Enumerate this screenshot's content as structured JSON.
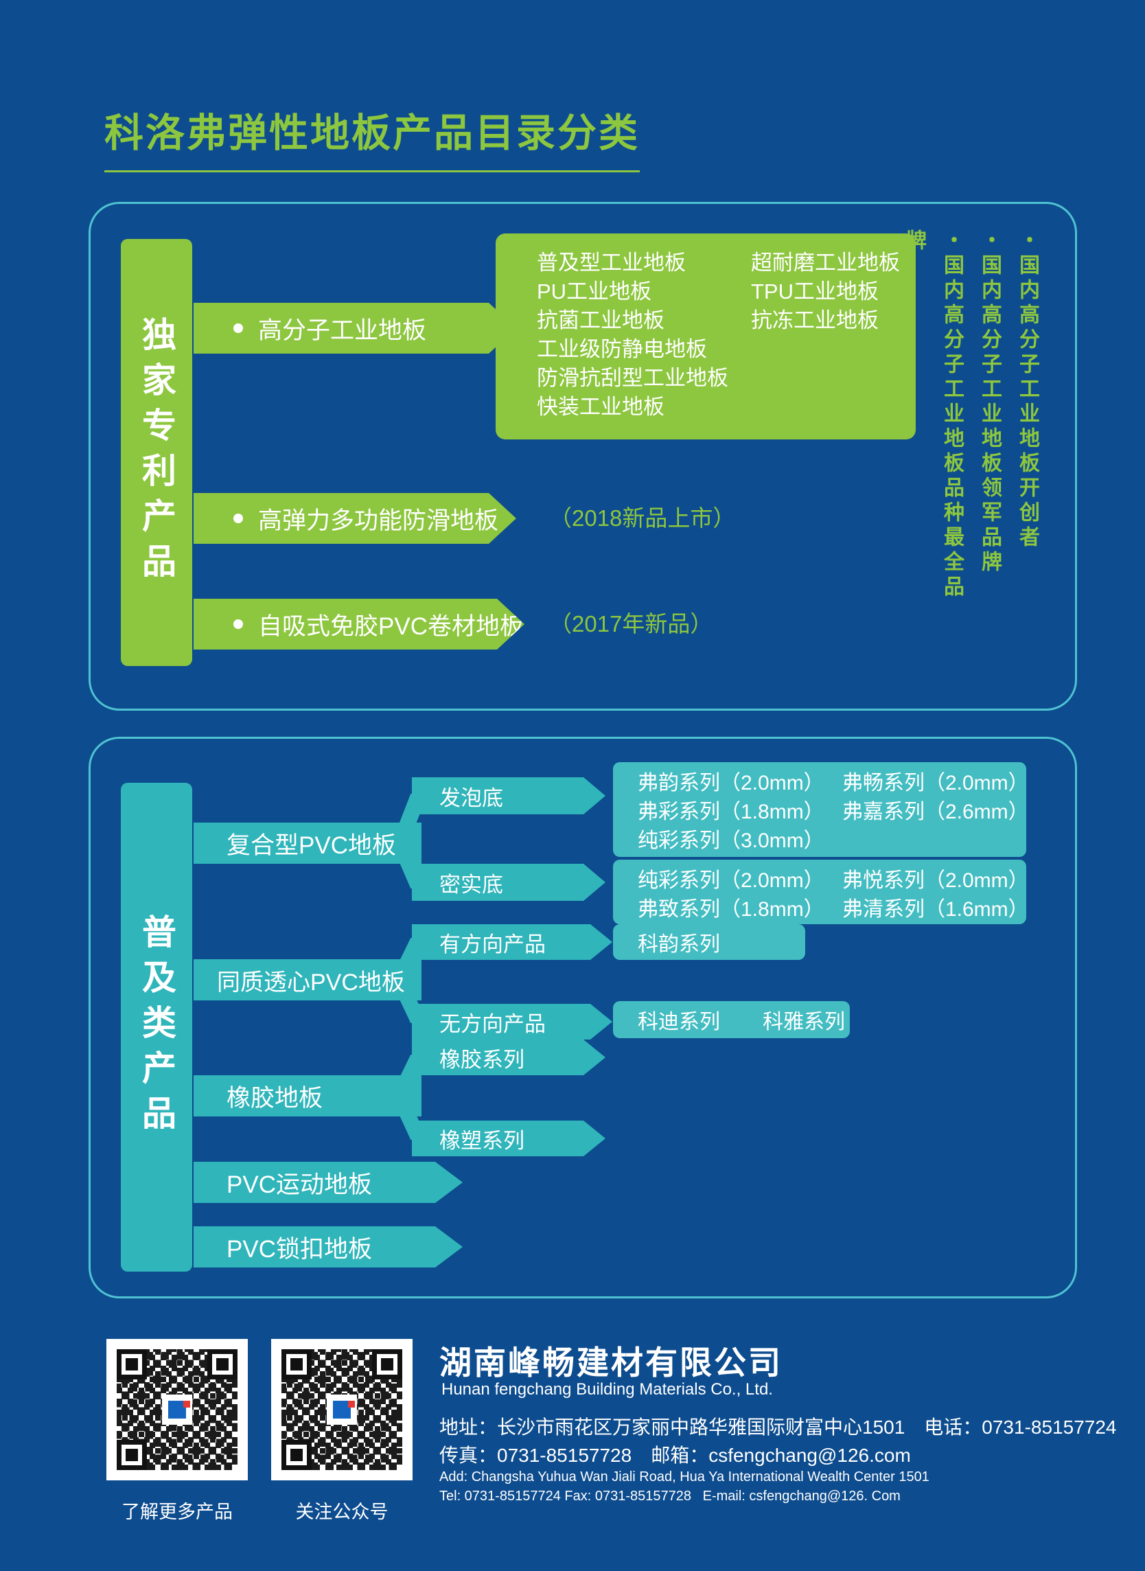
{
  "page": {
    "title": "科洛弗弹性地板产品目录分类"
  },
  "colors": {
    "background": "#0d4c8e",
    "green": "#8dc63f",
    "teal": "#2fb5ba",
    "teal_light": "#43bdc2",
    "panel_border": "#4fc3d2"
  },
  "patent_section": {
    "tab": "独家专利产品",
    "items": [
      {
        "label": "高分子工业地板"
      },
      {
        "label": "高弹力多功能防滑地板",
        "note": "（2018新品上市）"
      },
      {
        "label": "自吸式免胶PVC卷材地板",
        "note": "（2017年新品）"
      }
    ],
    "polymer_products": [
      [
        "普及型工业地板",
        "超耐磨工业地板"
      ],
      [
        "PU工业地板",
        "TPU工业地板"
      ],
      [
        "抗菌工业地板",
        "抗冻工业地板"
      ],
      [
        "工业级防静电地板",
        ""
      ],
      [
        "防滑抗刮型工业地板",
        ""
      ],
      [
        "快装工业地板",
        ""
      ]
    ],
    "slogans": [
      "・国内高分子工业地板开创者",
      "・国内高分子工业地板领军品牌",
      "・国内高分子工业地板品种最全品牌"
    ]
  },
  "general_section": {
    "tab": "普及类产品",
    "categories": [
      {
        "label": "复合型PVC地板"
      },
      {
        "label": "同质透心PVC地板"
      },
      {
        "label": "橡胶地板"
      },
      {
        "label": "PVC运动地板"
      },
      {
        "label": "PVC锁扣地板"
      }
    ],
    "subs": [
      {
        "label": "发泡底"
      },
      {
        "label": "密实底"
      },
      {
        "label": "有方向产品"
      },
      {
        "label": "无方向产品"
      },
      {
        "label": "橡胶系列"
      },
      {
        "label": "橡塑系列"
      }
    ],
    "series_foam": [
      [
        "弗韵系列（2.0mm）",
        "弗畅系列（2.0mm）"
      ],
      [
        "弗彩系列（1.8mm）",
        "弗嘉系列（2.6mm）"
      ],
      [
        "纯彩系列（3.0mm）",
        ""
      ]
    ],
    "series_dense": [
      [
        "纯彩系列（2.0mm）",
        "弗悦系列（2.0mm）"
      ],
      [
        "弗致系列（1.8mm）",
        "弗清系列（1.6mm）"
      ]
    ],
    "series_directional": "科韵系列",
    "series_nondirectional": [
      "科迪系列",
      "科雅系列"
    ]
  },
  "footer": {
    "company_cn": "湖南峰畅建材有限公司",
    "company_en": "Hunan fengchang Building Materials Co., Ltd.",
    "address_cn": "地址：长沙市雨花区万家丽中路华雅国际财富中心1501　电话：0731-85157724",
    "fax_cn": "传真：0731-85157728　邮箱：csfengchang@126.com",
    "address_en": "Add: Changsha Yuhua Wan Jiali Road, Hua Ya International Wealth Center 1501",
    "tel_en": "Tel: 0731-85157724 Fax: 0731-85157728   E-mail: csfengchang@126. Com",
    "qr_products_label": "了解更多产品",
    "qr_wechat_label": "关注公众号"
  }
}
